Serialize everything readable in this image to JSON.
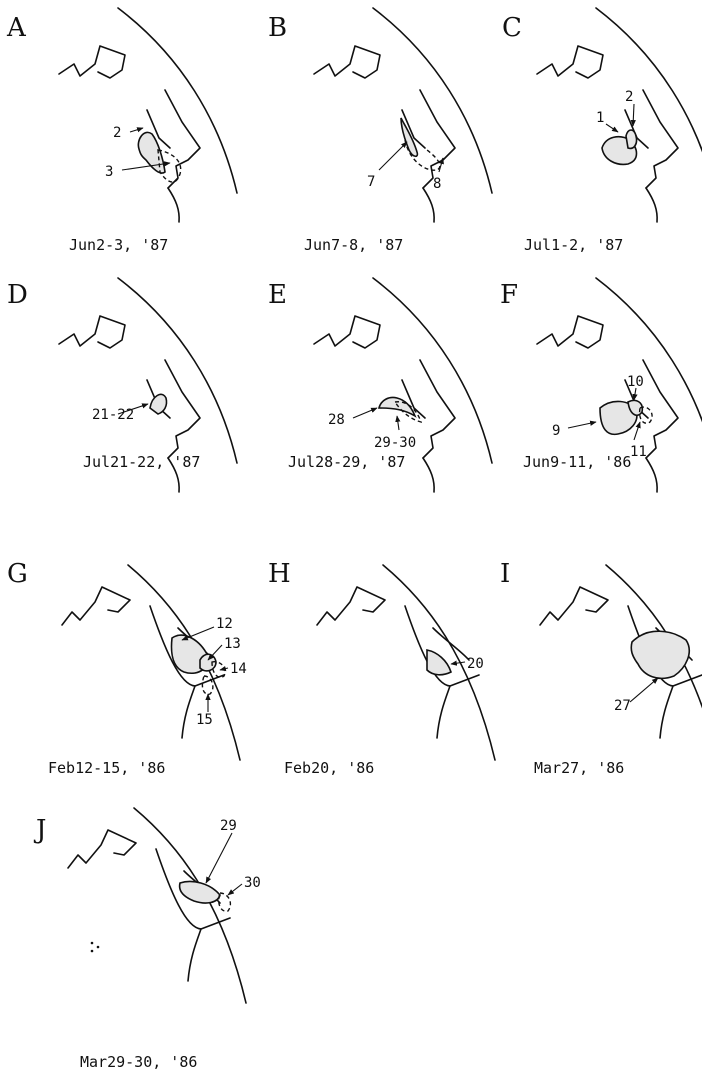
{
  "panels": [
    {
      "letter": "A",
      "date": "Jun2-3, '87",
      "labels": [
        "2",
        "3"
      ]
    },
    {
      "letter": "B",
      "date": "Jun7-8, '87",
      "labels": [
        "7",
        "8"
      ]
    },
    {
      "letter": "C",
      "date": "Jul1-2, '87",
      "labels": [
        "1",
        "2"
      ]
    },
    {
      "letter": "D",
      "date": "Jul21-22, '87",
      "labels": [
        "21-22"
      ]
    },
    {
      "letter": "E",
      "date": "Jul28-29, '87",
      "labels": [
        "28",
        "29-30"
      ]
    },
    {
      "letter": "F",
      "date": "Jun9-11, '86",
      "labels": [
        "10",
        "9",
        "11"
      ]
    },
    {
      "letter": "G",
      "date": "Feb12-15, '86",
      "labels": [
        "12",
        "13",
        "14",
        "15"
      ]
    },
    {
      "letter": "H",
      "date": "Feb20, '86",
      "labels": [
        "20"
      ]
    },
    {
      "letter": "I",
      "date": "Mar27, '86",
      "labels": [
        "27"
      ]
    },
    {
      "letter": "J",
      "date": "Mar29-30, '86",
      "labels": [
        "29",
        "30"
      ]
    }
  ]
}
